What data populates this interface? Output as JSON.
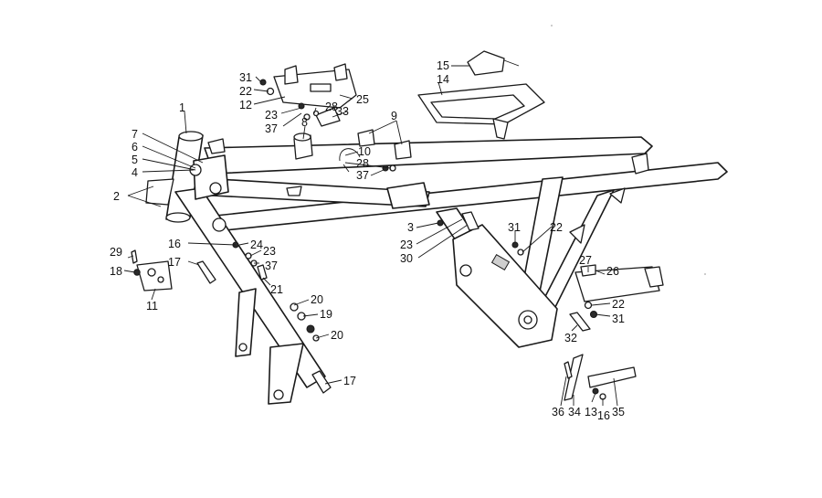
{
  "diagram": {
    "type": "exploded-parts-diagram",
    "subject": "motorcycle-frame",
    "callouts": {
      "c1": "1",
      "c2": "2",
      "c3": "3",
      "c4": "4",
      "c5": "5",
      "c6": "6",
      "c7": "7",
      "c8": "8",
      "c9": "9",
      "c10": "10",
      "c11": "11",
      "c12": "12",
      "c13": "13",
      "c14": "14",
      "c15": "15",
      "c16a": "16",
      "c16b": "16",
      "c17a": "17",
      "c17b": "17",
      "c18": "18",
      "c19": "19",
      "c20a": "20",
      "c20b": "20",
      "c21": "21",
      "c22a": "22",
      "c22b": "22",
      "c22c": "22",
      "c23a": "23",
      "c23b": "23",
      "c23c": "23",
      "c24": "24",
      "c25": "25",
      "c26": "26",
      "c27": "27",
      "c28a": "28",
      "c28b": "28",
      "c29": "29",
      "c30": "30",
      "c31a": "31",
      "c31b": "31",
      "c31c": "31",
      "c32": "32",
      "c33": "33",
      "c34": "34",
      "c35": "35",
      "c36": "36",
      "c37a": "37",
      "c37b": "37",
      "c37c": "37"
    }
  }
}
